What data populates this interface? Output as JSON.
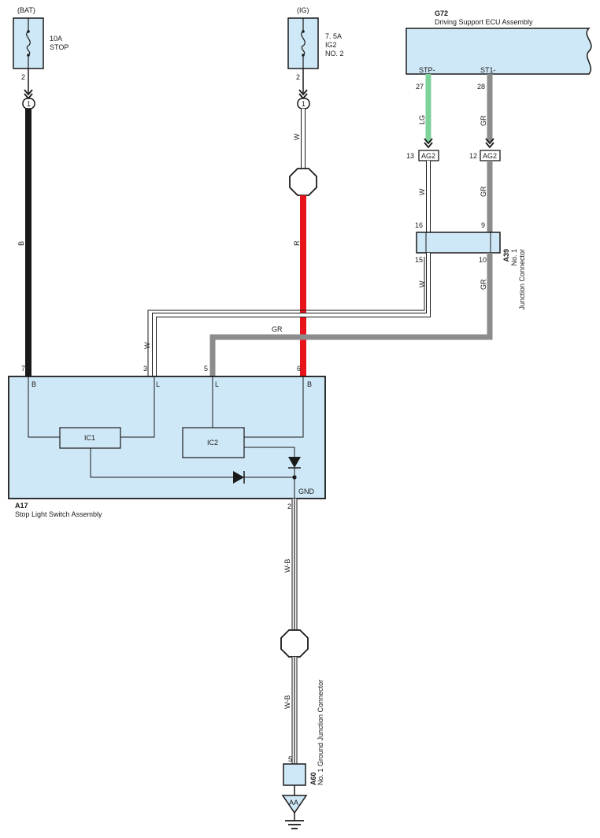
{
  "colors": {
    "box_fill": "#cfe8f7",
    "wire_black": "#1a1a1a",
    "wire_red": "#e8141c",
    "wire_green": "#7fd19a",
    "wire_gray": "#8c8c8c",
    "wire_white": "#ffffff",
    "outline": "#1a1a1a"
  },
  "fuses": {
    "bat": {
      "source": "(BAT)",
      "rating": "10A",
      "name": "STOP",
      "pin": "2",
      "connector": "1"
    },
    "ig": {
      "source": "(IG)",
      "rating": "7. 5A",
      "name_line1": "IG2",
      "name_line2": "NO. 2",
      "pin": "2",
      "connector": "1"
    }
  },
  "ecu": {
    "code": "G72",
    "name": "Driving Support ECU Assembly",
    "terminal_stp": "STP-",
    "terminal_st1": "ST1-",
    "pin_stp": "27",
    "pin_st1": "28"
  },
  "connectors": {
    "ag2_left": {
      "label": "AG2",
      "pin": "13"
    },
    "ag2_right": {
      "label": "AG2",
      "pin": "12"
    }
  },
  "junction_a39": {
    "code": "A39",
    "name_line1": "No. 1",
    "name_line2": "Junction Connector",
    "pin_16": "16",
    "pin_9": "9",
    "pin_15": "15",
    "pin_10": "10"
  },
  "wires": {
    "b": "B",
    "w_ig": "W",
    "r": "R",
    "lg": "LG",
    "gr_upper": "GR",
    "w_upper": "W",
    "gr_mid": "GR",
    "w_mid": "W",
    "gr_horizontal": "GR",
    "w_left": "W",
    "wb_upper": "W-B",
    "wb_lower": "W-B"
  },
  "switch_a17": {
    "code": "A17",
    "name": "Stop Light Switch Assembly",
    "pin_7": "7",
    "pin_3": "3",
    "pin_5": "5",
    "pin_6": "6",
    "pin_2": "2",
    "term_b_left": "B",
    "term_l_left": "L",
    "term_l_right": "L",
    "term_b_right": "B",
    "ic1": "IC1",
    "ic2": "IC2",
    "gnd": "GND"
  },
  "ground_a60": {
    "code": "A60",
    "name": "No. 1 Ground Junction Connector",
    "pin": "5",
    "ground_label": "AA"
  }
}
